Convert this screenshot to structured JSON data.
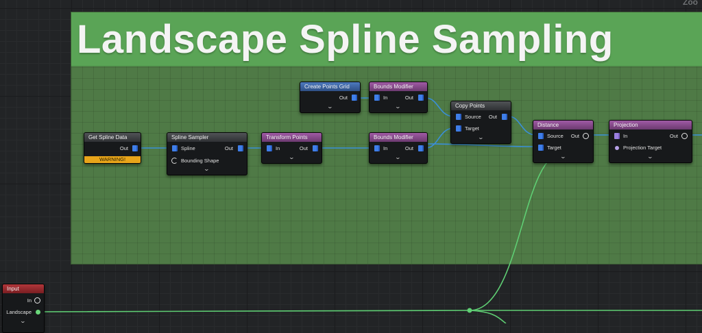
{
  "zoom_label": "Zoo",
  "comment": {
    "title": "Landscape Spline Sampling",
    "color": "#5aa456"
  },
  "nodes": {
    "get_spline_data": {
      "title": "Get Spline Data",
      "out": "Out",
      "warning": "WARNING!"
    },
    "spline_sampler": {
      "title": "Spline Sampler",
      "in": "Spline",
      "out": "Out",
      "extra": "Bounding Shape"
    },
    "transform_points": {
      "title": "Transform Points",
      "in": "In",
      "out": "Out"
    },
    "create_points_grid": {
      "title": "Create Points Grid",
      "out": "Out"
    },
    "bounds_modifier_top": {
      "title": "Bounds Modifier",
      "in": "In",
      "out": "Out"
    },
    "bounds_modifier_mid": {
      "title": "Bounds Modifier",
      "in": "In",
      "out": "Out"
    },
    "copy_points": {
      "title": "Copy Points",
      "source": "Source",
      "target": "Target",
      "out": "Out"
    },
    "distance": {
      "title": "Distance",
      "source": "Source",
      "target": "Target",
      "out": "Out"
    },
    "projection": {
      "title": "Projection",
      "in": "In",
      "target": "Projection Target",
      "out": "Out"
    },
    "input": {
      "title": "Input",
      "in": "In",
      "landscape": "Landscape"
    }
  },
  "colors": {
    "wire_points": "#3a8fd8",
    "wire_landscape": "#5fcf74",
    "warning": "#e8a51a"
  }
}
